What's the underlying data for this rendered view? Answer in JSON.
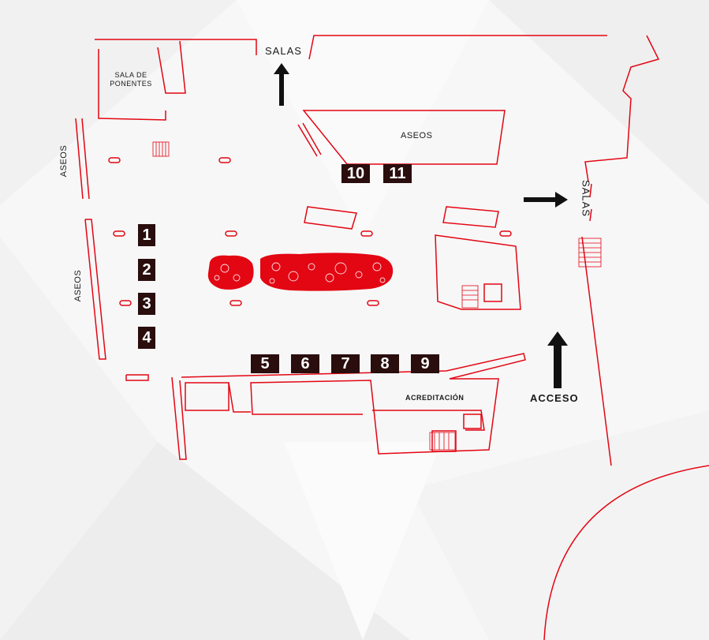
{
  "plan": {
    "accent_color": "#e30613",
    "booth_color": "#2a0d0d",
    "labels": {
      "salas_top": "SALAS",
      "salas_right": "SALAS",
      "sala_ponentes_line1": "SALA DE",
      "sala_ponentes_line2": "PONENTES",
      "aseos_top": "ASEOS",
      "aseos_left_upper": "ASEOS",
      "aseos_left_lower": "ASEOS",
      "acreditacion": "ACREDITACIÓN",
      "acceso": "ACCESO"
    },
    "booths": [
      "1",
      "2",
      "3",
      "4",
      "5",
      "6",
      "7",
      "8",
      "9",
      "10",
      "11"
    ],
    "icons": [
      "arrow-up-icon",
      "arrow-right-icon",
      "stairs-icon",
      "planter-icon"
    ]
  }
}
